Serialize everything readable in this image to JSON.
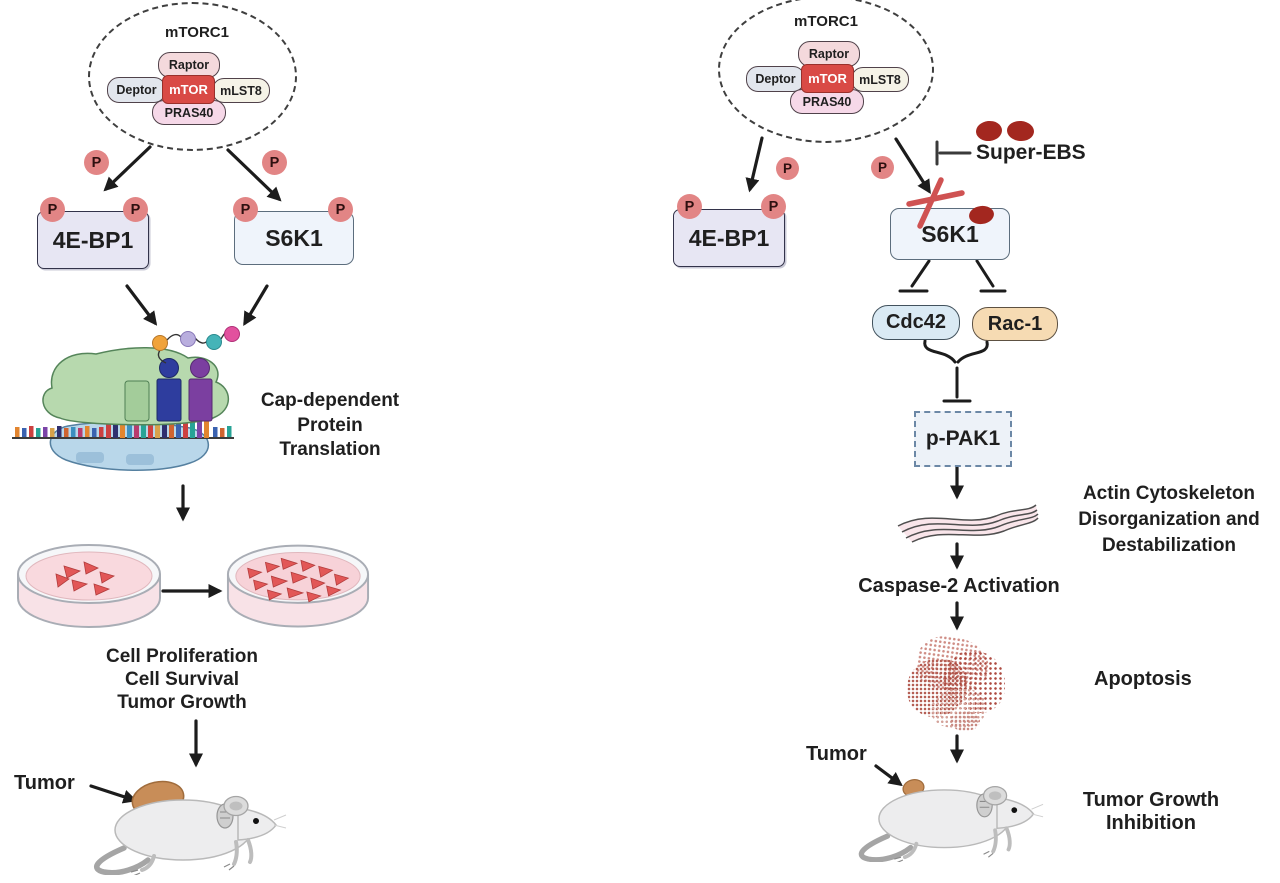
{
  "colors": {
    "arrow": "#1c1c1c",
    "text": "#1f1f1f",
    "phospho_badge": "#e28585",
    "mtor_red": "#d94a45",
    "inhibitor_dark_red": "#a3271f",
    "blocked_x_red": "#cf5252",
    "dish_media_pink": "#f9d9de",
    "cell_red": "#e25757",
    "tumor_tan": "#c88d58"
  },
  "complex": {
    "title": "mTORC1",
    "raptor": "Raptor",
    "deptor": "Deptor",
    "mtor": "mTOR",
    "mlst8": "mLST8",
    "pras40": "PRAS40"
  },
  "badge": {
    "phospho": "P"
  },
  "left": {
    "e4ebp1": "4E-BP1",
    "s6k1": "S6K1",
    "translation": [
      "Cap-dependent",
      "Protein",
      "Translation"
    ],
    "outcomes": [
      "Cell Proliferation",
      "Cell Survival",
      "Tumor Growth"
    ],
    "tumor": "Tumor"
  },
  "right": {
    "e4ebp1": "4E-BP1",
    "s6k1": "S6K1",
    "inhibitor": "Super-EBS",
    "cdc42": "Cdc42",
    "rac1": "Rac-1",
    "ppak1": "p-PAK1",
    "actin": [
      "Actin Cytoskeleton",
      "Disorganization and",
      "Destabilization"
    ],
    "caspase": "Caspase-2 Activation",
    "apoptosis": "Apoptosis",
    "tumor": "Tumor",
    "outcomes": [
      "Tumor Growth",
      "Inhibition"
    ]
  }
}
